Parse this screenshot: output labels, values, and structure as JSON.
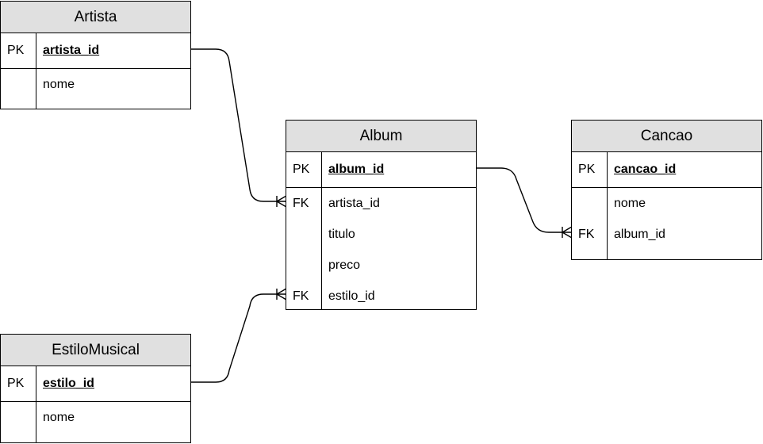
{
  "diagram": {
    "entities": {
      "artista": {
        "title": "Artista",
        "pk": {
          "key": "PK",
          "attr": "artista_id"
        },
        "rows": [
          {
            "key": "",
            "attr": "nome"
          }
        ]
      },
      "album": {
        "title": "Album",
        "pk": {
          "key": "PK",
          "attr": "album_id"
        },
        "rows": [
          {
            "key": "FK",
            "attr": "artista_id"
          },
          {
            "key": "",
            "attr": "titulo"
          },
          {
            "key": "",
            "attr": "preco"
          },
          {
            "key": "FK",
            "attr": "estilo_id"
          }
        ]
      },
      "cancao": {
        "title": "Cancao",
        "pk": {
          "key": "PK",
          "attr": "cancao_id"
        },
        "rows": [
          {
            "key": "",
            "attr": "nome"
          },
          {
            "key": "FK",
            "attr": "album_id"
          }
        ]
      },
      "estilo": {
        "title": "EstiloMusical",
        "pk": {
          "key": "PK",
          "attr": "estilo_id"
        },
        "rows": [
          {
            "key": "",
            "attr": "nome"
          }
        ]
      }
    },
    "relationships": [
      {
        "from": "Artista.artista_id",
        "to": "Album.artista_id",
        "cardinality": "one-to-many"
      },
      {
        "from": "EstiloMusical.estilo_id",
        "to": "Album.estilo_id",
        "cardinality": "one-to-many"
      },
      {
        "from": "Album.album_id",
        "to": "Cancao.album_id",
        "cardinality": "one-to-many"
      }
    ],
    "colors": {
      "header_fill": "#e0e0e0",
      "line": "#000000",
      "background": "#ffffff"
    }
  }
}
